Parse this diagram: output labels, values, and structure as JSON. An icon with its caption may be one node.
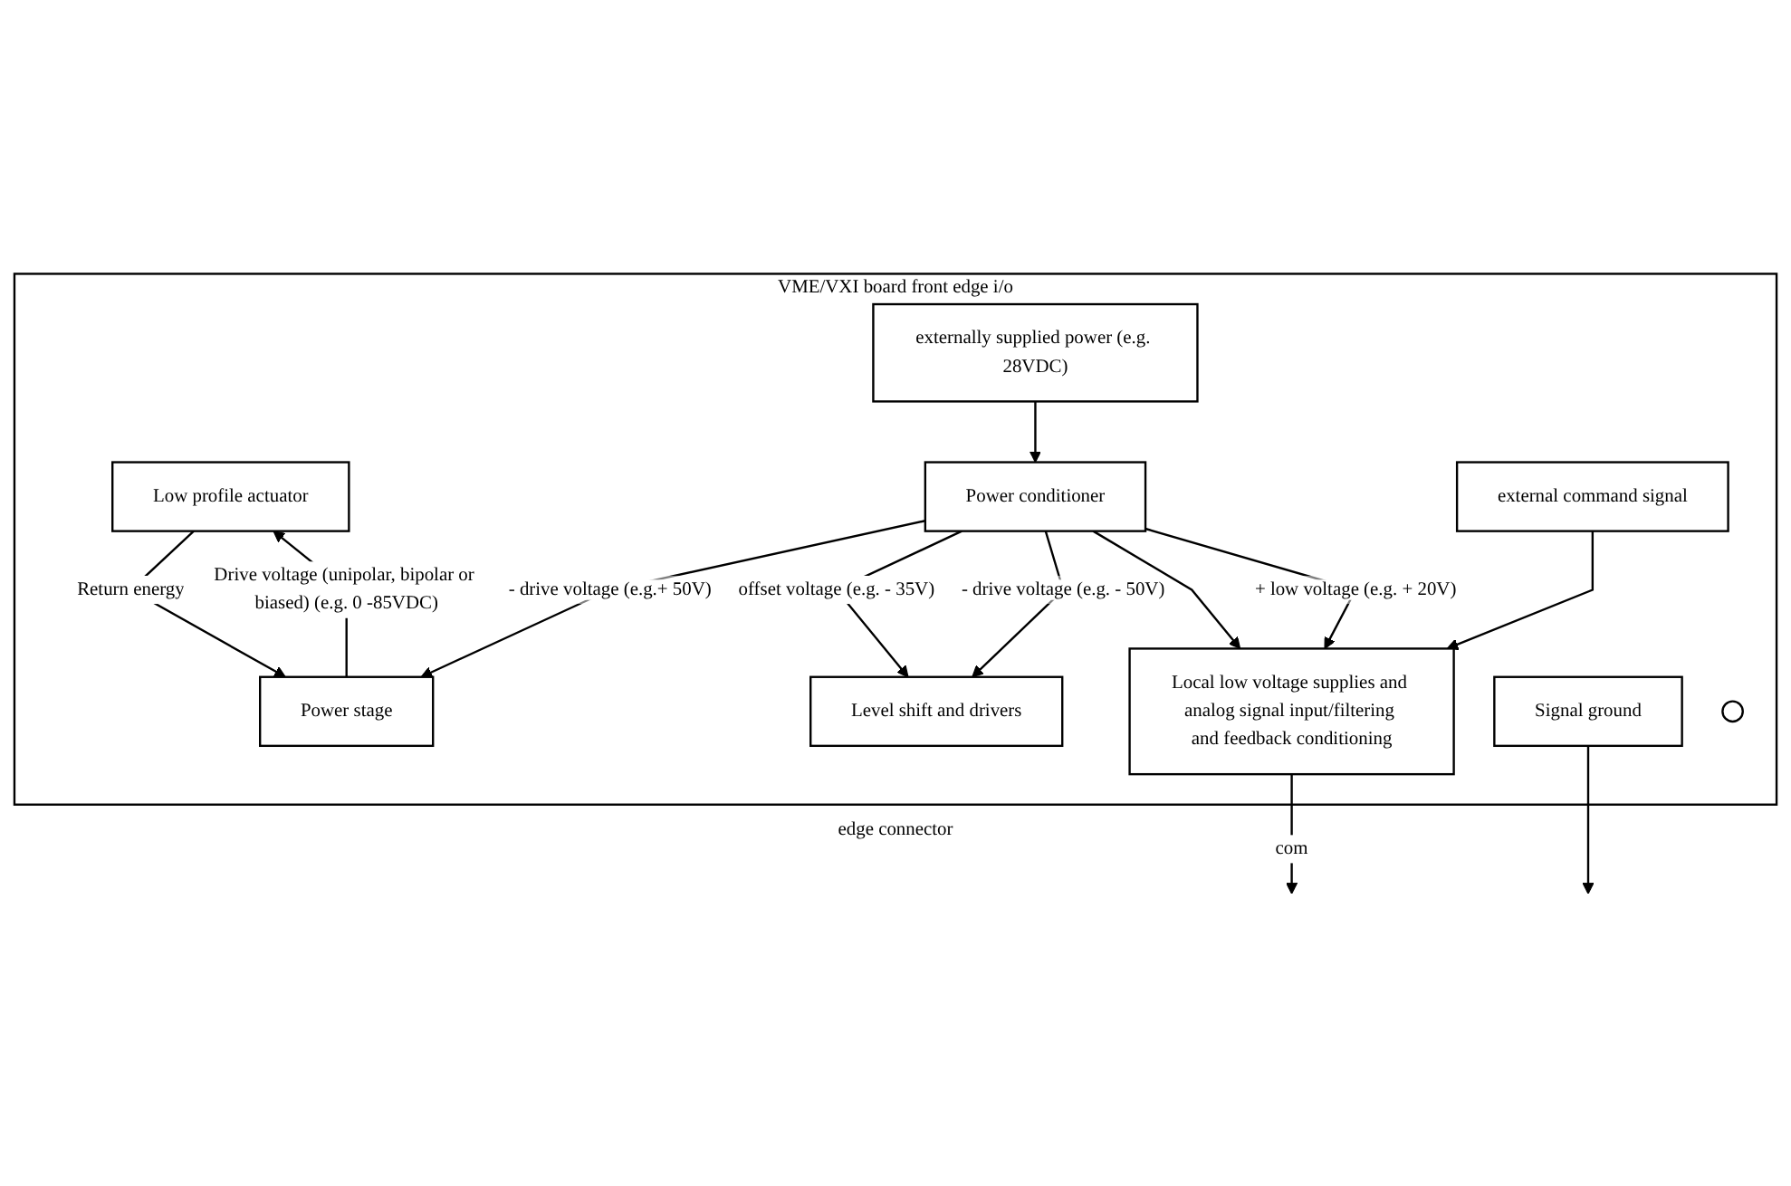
{
  "diagram": {
    "nodes": [
      {
        "text": [
          "VME/VXI board front edge i/o",
          "edge connector"
        ]
      },
      {
        "text": [
          "Low profile actuator"
        ],
        "in": 0
      },
      {
        "text": [
          "Power stage"
        ],
        "in": 0
      },
      {
        "text": [
          "Level shift and drivers"
        ],
        "in": 0
      },
      {
        "text": [
          "Local low voltage supplies and analog signal input/filtering and feedback conditioning"
        ],
        "in": 0
      },
      {
        "text": [
          "Power conditioner"
        ],
        "in": 0
      },
      {
        "text": [
          "external command signal"
        ],
        "in": 0
      },
      {
        "text": [
          "Signal ground"
        ],
        "in": 0
      },
      {
        "text": [],
        "shape": "circle",
        "in": 0
      },
      {
        "text": [
          "externally supplied power (e.g. 28VDC)"
        ],
        "in": 0
      }
    ],
    "edges": [
      {
        "from": 2,
        "to": 1,
        "arrow": "to",
        "label": "Drive voltage (unipolar, bipolar or biased) (e.g. 0 -85VDC)"
      },
      {
        "from": 1,
        "to": 2,
        "arrow": "to",
        "label": "Return energy"
      },
      {
        "from": 5,
        "to": 2,
        "arrow": "to",
        "label": "- drive voltage (e.g.+ 50V)"
      },
      {
        "from": 5,
        "to": 3,
        "arrow": "to",
        "label": "offset voltage (e.g. - 35V)"
      },
      {
        "from": 5,
        "to": 3,
        "arrow": "to",
        "label": "- drive voltage (e.g. - 50V)"
      },
      {
        "from": 5,
        "to": 4,
        "arrow": "to"
      },
      {
        "from": 5,
        "to": 4,
        "arrow": "to",
        "label": "+ low voltage (e.g. + 20V)"
      },
      {
        "from": 6,
        "to": 4,
        "arrow": "to"
      },
      {
        "from": 4,
        "to": null,
        "arrow": "to",
        "label": "com"
      },
      {
        "from": 7,
        "to": null,
        "arrow": "to"
      },
      {
        "from": 9,
        "to": 5,
        "arrow": "to"
      }
    ]
  }
}
